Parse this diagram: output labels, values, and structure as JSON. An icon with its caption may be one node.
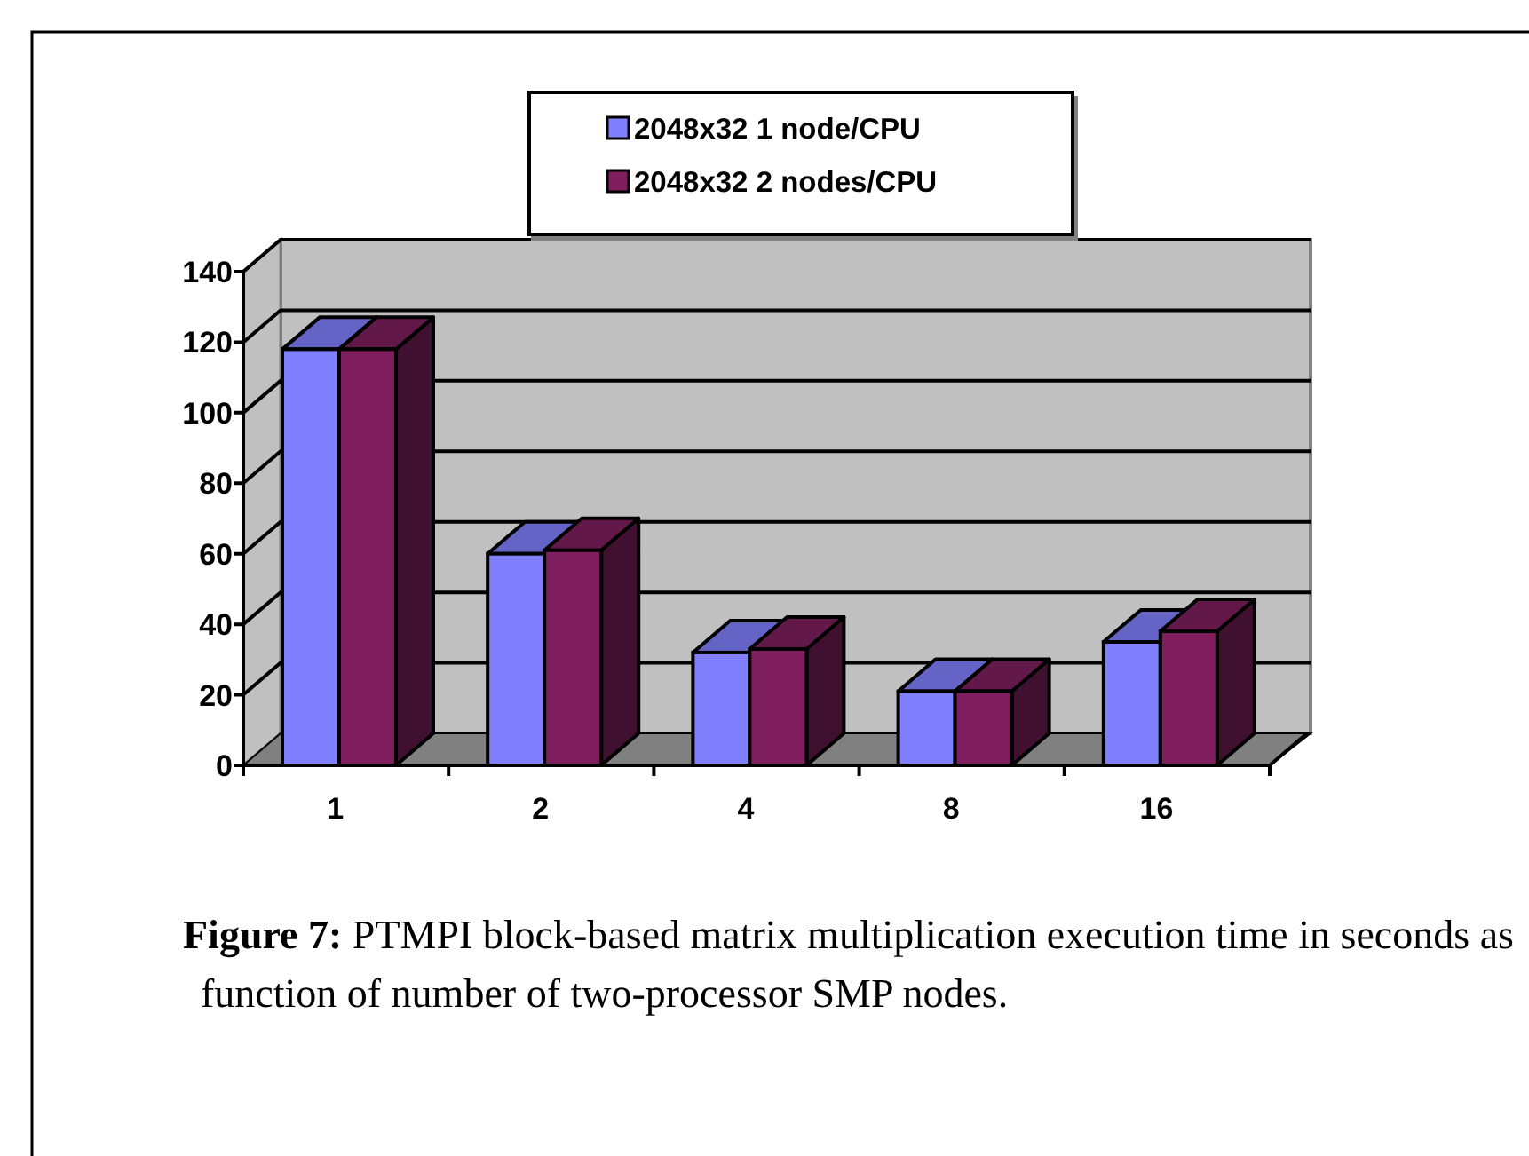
{
  "diagram": {
    "caption": "**Figure 7:** PTMPI block-based matrix multiplication execution time in seconds as function of number of two-processor SMP nodes.",
    "chart_data": {
      "type": "bar",
      "categories": [
        "1",
        "2",
        "4",
        "8",
        "16"
      ],
      "series": [
        {
          "name": "2048x32 1 node/CPU",
          "color": "#8080ff",
          "values": [
            118,
            60,
            32,
            21,
            35
          ]
        },
        {
          "name": "2048x32 2 nodes/CPU",
          "color": "#7f1f5f",
          "values": [
            118,
            61,
            33,
            21,
            38
          ]
        }
      ],
      "legend": true,
      "ylim": [
        0,
        140
      ],
      "yticks": [
        0,
        20,
        40,
        60,
        80,
        100,
        120,
        140
      ]
    }
  }
}
